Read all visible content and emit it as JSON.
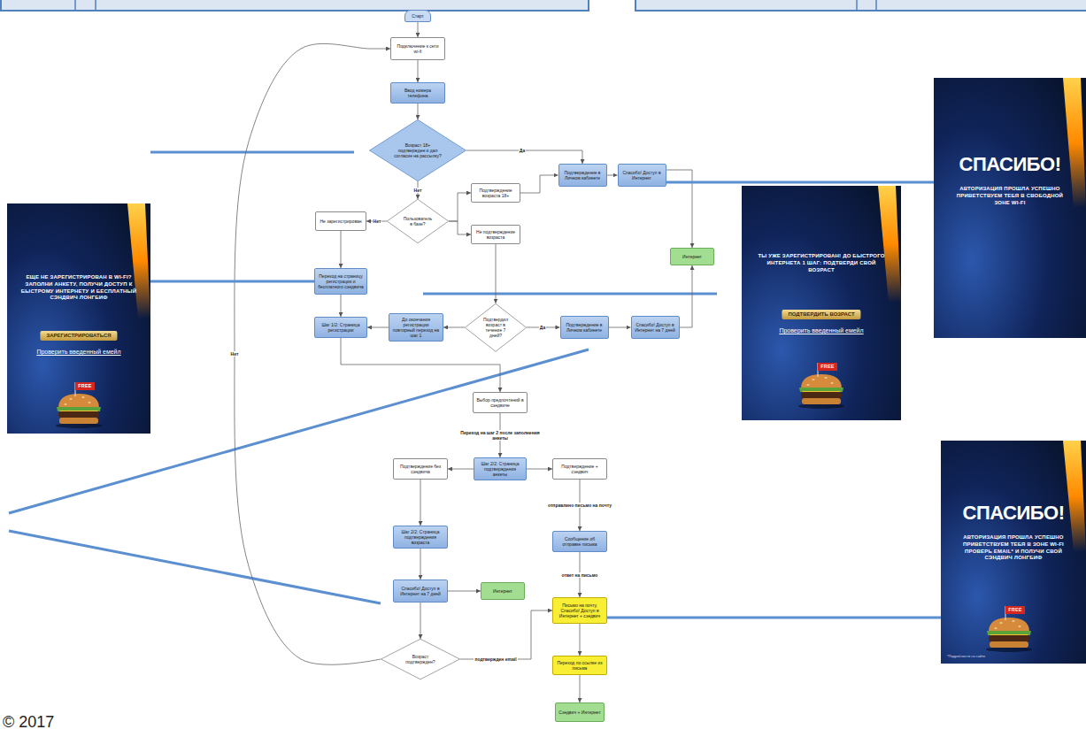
{
  "diagram": {
    "nodes": [
      {
        "text": [
          "Старт"
        ]
      },
      {
        "text": [
          "Подключение к сети wi-fi"
        ]
      },
      {
        "text": [
          "Ввод номера телефона"
        ]
      },
      {
        "text": [
          "Возраст 18+ подтвержден и дал согласие на рассылку?"
        ]
      },
      {
        "text": [
          "Подтверждение в Личном кабинете"
        ]
      },
      {
        "text": [
          "Спасибо! Доступ в Интернет"
        ]
      },
      {
        "text": [
          "СПАСИБО!",
          "АВТОРИЗАЦИЯ ПРОШЛА УСПЕШНО ПРИВЕТСТВУЕМ ТЕБЯ В СВОБОДНОЙ ЗОНЕ WI-FI"
        ]
      },
      {
        "text": [
          "Пользователь в базе?"
        ]
      },
      {
        "text": [
          "Подтверждение возраста 18+"
        ]
      },
      {
        "text": [
          "Не подтверждение возраста"
        ]
      },
      {
        "text": [
          "Не зарегистрирован"
        ]
      },
      {
        "text": [
          "Интернет"
        ]
      },
      {
        "text": [
          "ЕЩЕ НЕ ЗАРЕГИСТРИРОВАН В WI-FI? ЗАПОЛНИ АНКЕТУ, ПОЛУЧИ ДОСТУП К БЫСТРОМУ ИНТЕРНЕТУ И БЕСПЛАТНЫЙ СЭНДВИЧ ЛОНГБИФ",
          "ЗАРЕГИСТРИРОВАТЬСЯ",
          "Проверить введенный емейл",
          "FREE"
        ]
      },
      {
        "text": [
          "Переход на страницу регистрации и бесплатного сэндвича"
        ]
      },
      {
        "text": [
          "ТЫ УЖЕ ЗАРЕГИСТРИРОВАН! ДО БЫСТРОГО ИНТЕРНЕТА 1 ШАГ: ПОДТВЕРДИ СВОЙ ВОЗРАСТ",
          "ПОДТВЕРДИТЬ ВОЗРАСТ",
          "Проверить введенный емейл",
          "FREE"
        ]
      },
      {
        "text": [
          "Шаг 1/2: Страница регистрации"
        ]
      },
      {
        "text": [
          "До окончания регистрации повторный переход на шаг 1"
        ]
      },
      {
        "text": [
          "Подтвердил возраст в течение 7 дней?"
        ]
      },
      {
        "text": [
          "Подтверждение в Личном кабинете"
        ]
      },
      {
        "text": [
          "Спасибо! Доступ в Интернет на 7 дней"
        ]
      },
      {
        "text": [
          "Выбор предпочтений в сэндвиче"
        ]
      },
      {
        "text": [
          "Шаг 2/2: Страница подтверждения анкеты"
        ]
      },
      {
        "text": [
          "Подтверждение без сэндвича"
        ]
      },
      {
        "text": [
          "Подтверждение + сэндвич"
        ]
      },
      {
        "text": [
          "Шаг 2/2: Страница подтверждения возраста"
        ]
      },
      {
        "text": [
          "Сообщение об отправке письма"
        ]
      },
      {
        "text": [
          "Спасибо! Доступ в Интернет на 7 дней"
        ]
      },
      {
        "text": [
          "Интернет"
        ]
      },
      {
        "text": [
          "СПАСИБО!",
          "АВТОРИЗАЦИЯ ПРОШЛА УСПЕШНО ПРИВЕТСТВУЕМ ТЕБЯ В ЗОНЕ WI-FI ПРОВЕРЬ EMAIL* И ПОЛУЧИ СВОЙ СЭНДВИЧ ЛОНГБИФ",
          "FREE",
          "*Подробности на сайте"
        ]
      },
      {
        "text": [
          "Письмо на почту. Спасибо! Доступ в Интернет + сэндвич"
        ]
      },
      {
        "text": [
          "Возраст подтвержден?"
        ]
      },
      {
        "text": [
          "Переход по ссылке из письма"
        ]
      },
      {
        "text": [
          "Сэндвич + Интернет"
        ]
      }
    ],
    "edges": [
      {
        "from": 0,
        "to": 1,
        "arrow": "to"
      },
      {
        "from": 1,
        "to": 2,
        "arrow": "to"
      },
      {
        "from": 2,
        "to": 3,
        "arrow": "to"
      },
      {
        "from": 3,
        "to": 4,
        "label": "Да",
        "arrow": "to"
      },
      {
        "from": 3,
        "to": 7,
        "label": "Нет",
        "arrow": "to"
      },
      {
        "from": 4,
        "to": 5,
        "arrow": "to"
      },
      {
        "from": 5,
        "to": 11,
        "arrow": "to"
      },
      {
        "from": 7,
        "to": 8,
        "arrow": "to"
      },
      {
        "from": 7,
        "to": 9,
        "arrow": "to"
      },
      {
        "from": 7,
        "to": 10,
        "label": "Нет",
        "arrow": "to"
      },
      {
        "from": 8,
        "to": 4,
        "arrow": "to"
      },
      {
        "from": 9,
        "to": 17,
        "arrow": "to"
      },
      {
        "from": 10,
        "to": 13,
        "arrow": "to"
      },
      {
        "from": 13,
        "to": 15,
        "arrow": "to"
      },
      {
        "from": 16,
        "to": 15,
        "arrow": "to"
      },
      {
        "from": 17,
        "to": 16,
        "arrow": "to"
      },
      {
        "from": 17,
        "to": 18,
        "label": "Да",
        "arrow": "to"
      },
      {
        "from": 18,
        "to": 19,
        "arrow": "to"
      },
      {
        "from": 19,
        "to": 11,
        "arrow": "to"
      },
      {
        "from": 15,
        "to": 20,
        "arrow": "to"
      },
      {
        "from": 20,
        "to": 21,
        "label": "Переход на шаг 2 после заполнения анкеты",
        "arrow": "to"
      },
      {
        "from": 21,
        "to": 22,
        "arrow": "to"
      },
      {
        "from": 21,
        "to": 23,
        "arrow": "to"
      },
      {
        "from": 22,
        "to": 24,
        "arrow": "to"
      },
      {
        "from": 24,
        "to": 26,
        "arrow": "to"
      },
      {
        "from": 26,
        "to": 27,
        "arrow": "to"
      },
      {
        "from": 26,
        "to": 30,
        "arrow": "to"
      },
      {
        "from": 30,
        "to": 1,
        "label": "Нет",
        "arrow": "to"
      },
      {
        "from": 30,
        "to": 29,
        "label": "подтвержден email",
        "arrow": "to"
      },
      {
        "from": 23,
        "to": 25,
        "label": "отправлено письмо на почту",
        "arrow": "to"
      },
      {
        "from": 25,
        "to": 29,
        "label": "ответ на письмо",
        "arrow": "to"
      },
      {
        "from": 29,
        "to": 31,
        "arrow": "to"
      },
      {
        "from": 31,
        "to": 32,
        "arrow": "to"
      },
      {
        "from": 6,
        "to": 5,
        "arrow": "none"
      },
      {
        "from": 12,
        "to": 13,
        "arrow": "none"
      },
      {
        "from": 28,
        "to": 29,
        "arrow": "none"
      }
    ],
    "labels": [
      "© 2017"
    ]
  }
}
